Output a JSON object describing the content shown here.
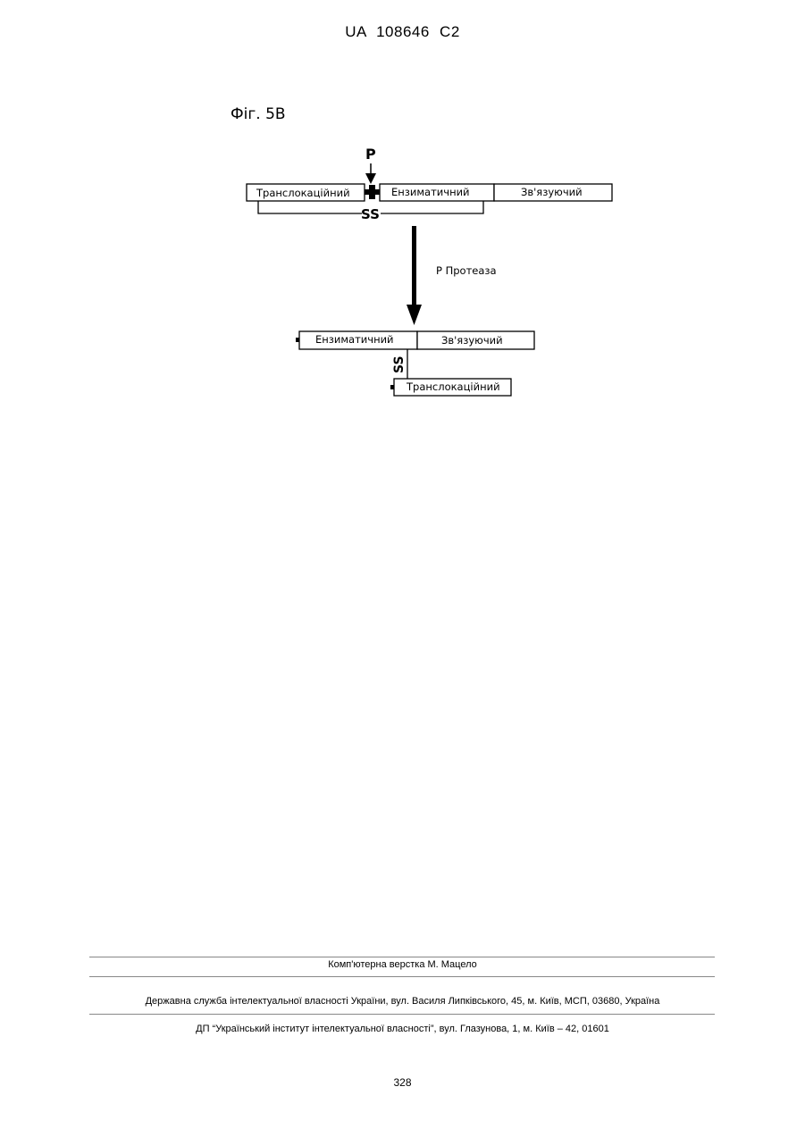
{
  "header": {
    "patent_number": "UA   108646   C2"
  },
  "figure": {
    "label": "Фіг. 5В",
    "top_construct": {
      "domain_translocation": "Транслокаційний",
      "domain_enzymatic": "Ензиматичний",
      "domain_binding": "Зв'язуючий",
      "protease_site": "P",
      "disulfide": "SS"
    },
    "arrow_label": "P Протеаза",
    "bottom_construct": {
      "domain_enzymatic": "Ензиматичний",
      "domain_binding": "Зв'язуючий",
      "disulfide": "SS",
      "domain_translocation": "Транслокаційний"
    }
  },
  "footer": {
    "layout_credit": "Комп'ютерна верстка М. Мацело",
    "agency": "Державна служба інтелектуальної власності України, вул. Василя Липківського, 45, м. Київ, МСП, 03680, Україна",
    "institute": "ДП “Український інститут інтелектуальної власності”, вул. Глазунова, 1, м. Київ – 42, 01601"
  },
  "page_number": "328"
}
